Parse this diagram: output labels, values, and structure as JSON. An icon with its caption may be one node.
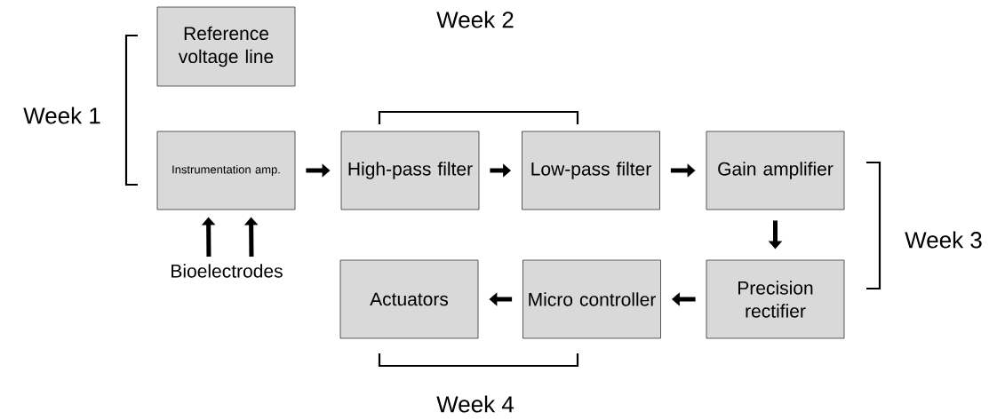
{
  "diagram": {
    "nodes": [
      {
        "text": [
          "Reference voltage line"
        ]
      },
      {
        "text": [
          "Instrumentation amp."
        ]
      },
      {
        "text": [
          "High-pass filter"
        ]
      },
      {
        "text": [
          "Low-pass filter"
        ]
      },
      {
        "text": [
          "Gain amplifier"
        ]
      },
      {
        "text": [
          "Precision rectifier"
        ]
      },
      {
        "text": [
          "Micro controller"
        ]
      },
      {
        "text": [
          "Actuators"
        ]
      },
      {
        "text": [
          "Bioelectrodes"
        ]
      }
    ],
    "edges": [
      {
        "from": 1,
        "to": 2,
        "arrow": "to"
      },
      {
        "from": 2,
        "to": 3,
        "arrow": "to"
      },
      {
        "from": 3,
        "to": 4,
        "arrow": "to"
      },
      {
        "from": 4,
        "to": 5,
        "arrow": "to"
      },
      {
        "from": 5,
        "to": 6,
        "arrow": "to"
      },
      {
        "from": 6,
        "to": 7,
        "arrow": "to"
      },
      {
        "from": 8,
        "to": 1,
        "arrow": "to"
      },
      {
        "from": 8,
        "to": 1,
        "arrow": "to"
      }
    ],
    "labels": [
      "Week 2",
      "Week 1",
      "Week 3",
      "Week 4"
    ]
  }
}
